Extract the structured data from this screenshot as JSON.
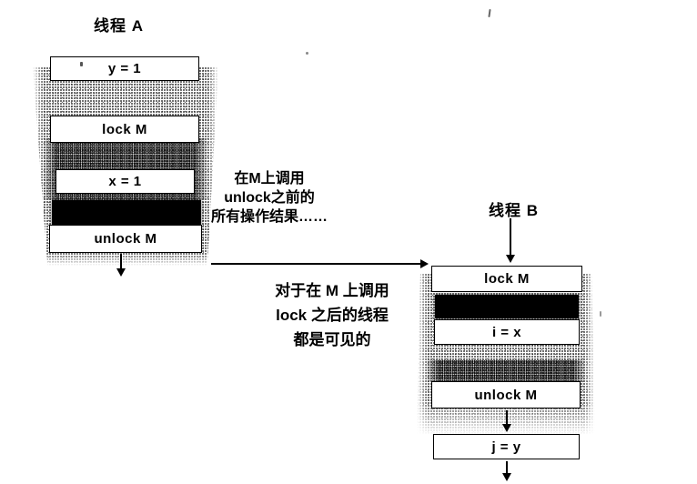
{
  "figure": {
    "thread_a": {
      "title": "线程 A",
      "boxes": [
        "y = 1",
        "lock M",
        "x = 1",
        "unlock M"
      ]
    },
    "thread_b": {
      "title": "线程 B",
      "boxes": [
        "lock M",
        "i = x",
        "unlock M",
        "j = y"
      ]
    },
    "captions": {
      "unlock_side": "在M上调用\nunlock之前的\n所有操作结果……",
      "lock_side": "对于在 M 上调用\nlock 之后的线程\n都是可见的"
    },
    "colors": {
      "ink": "#000000",
      "paper": "#ffffff"
    }
  }
}
